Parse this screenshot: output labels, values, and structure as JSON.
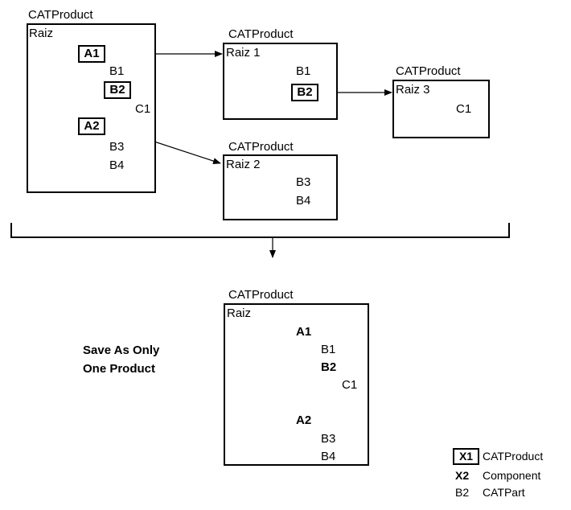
{
  "main": {
    "type_label": "CATProduct",
    "root_label": "Raiz",
    "a1": "A1",
    "b1": "B1",
    "b2": "B2",
    "c1": "C1",
    "a2": "A2",
    "b3": "B3",
    "b4": "B4"
  },
  "raiz1": {
    "type_label": "CATProduct",
    "root_label": "Raiz 1",
    "b1": "B1",
    "b2": "B2"
  },
  "raiz2": {
    "type_label": "CATProduct",
    "root_label": "Raiz 2",
    "b3": "B3",
    "b4": "B4"
  },
  "raiz3": {
    "type_label": "CATProduct",
    "root_label": "Raiz 3",
    "c1": "C1"
  },
  "result": {
    "type_label": "CATProduct",
    "root_label": "Raiz",
    "a1": "A1",
    "b1": "B1",
    "b2": "B2",
    "c1": "C1",
    "a2": "A2",
    "b3": "B3",
    "b4": "B4"
  },
  "caption": {
    "line1": "Save As Only",
    "line2": "One Product"
  },
  "legend": [
    {
      "symbol": "X1",
      "text": "CATProduct",
      "style": "boxed"
    },
    {
      "symbol": "X2",
      "text": "Component",
      "style": "bold"
    },
    {
      "symbol": "B2",
      "text": "CATPart",
      "style": "plain"
    }
  ]
}
